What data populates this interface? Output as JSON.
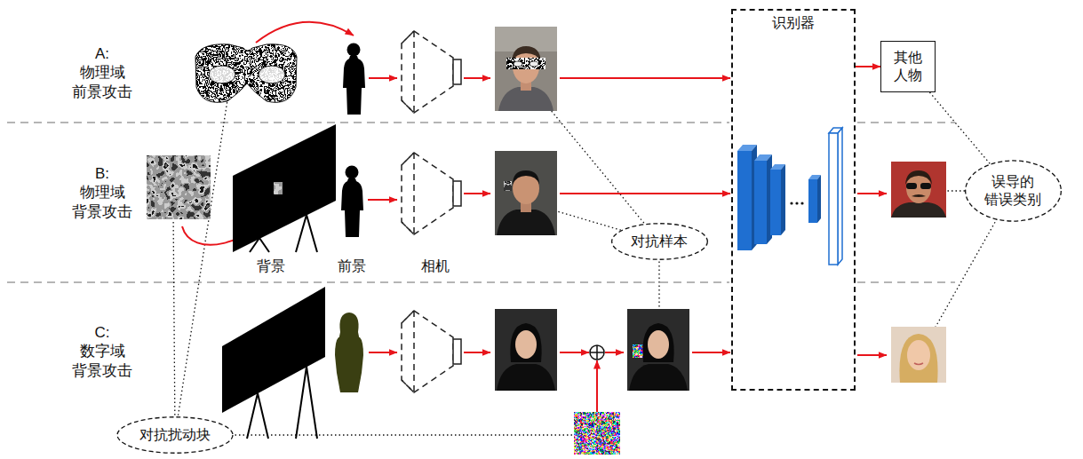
{
  "diagram": {
    "nodes": [
      {
        "text": [
          "识别器"
        ]
      },
      {
        "text": [
          "其他 人物"
        ]
      },
      {
        "text": [
          "误导的 错误类别"
        ]
      },
      {
        "text": [
          "对抗样本"
        ]
      },
      {
        "text": [
          "对抗扰动块"
        ]
      }
    ],
    "edges": [
      {
        "from": 0,
        "to": 1,
        "arrow": "to"
      },
      {
        "from": 1,
        "to": 2,
        "arrow": "none"
      }
    ],
    "labels": [
      "A: 物理域 前景攻击",
      "B: 物理域 背景攻击",
      "C: 数字域 背景攻击",
      "背景",
      "前景",
      "相机"
    ]
  }
}
